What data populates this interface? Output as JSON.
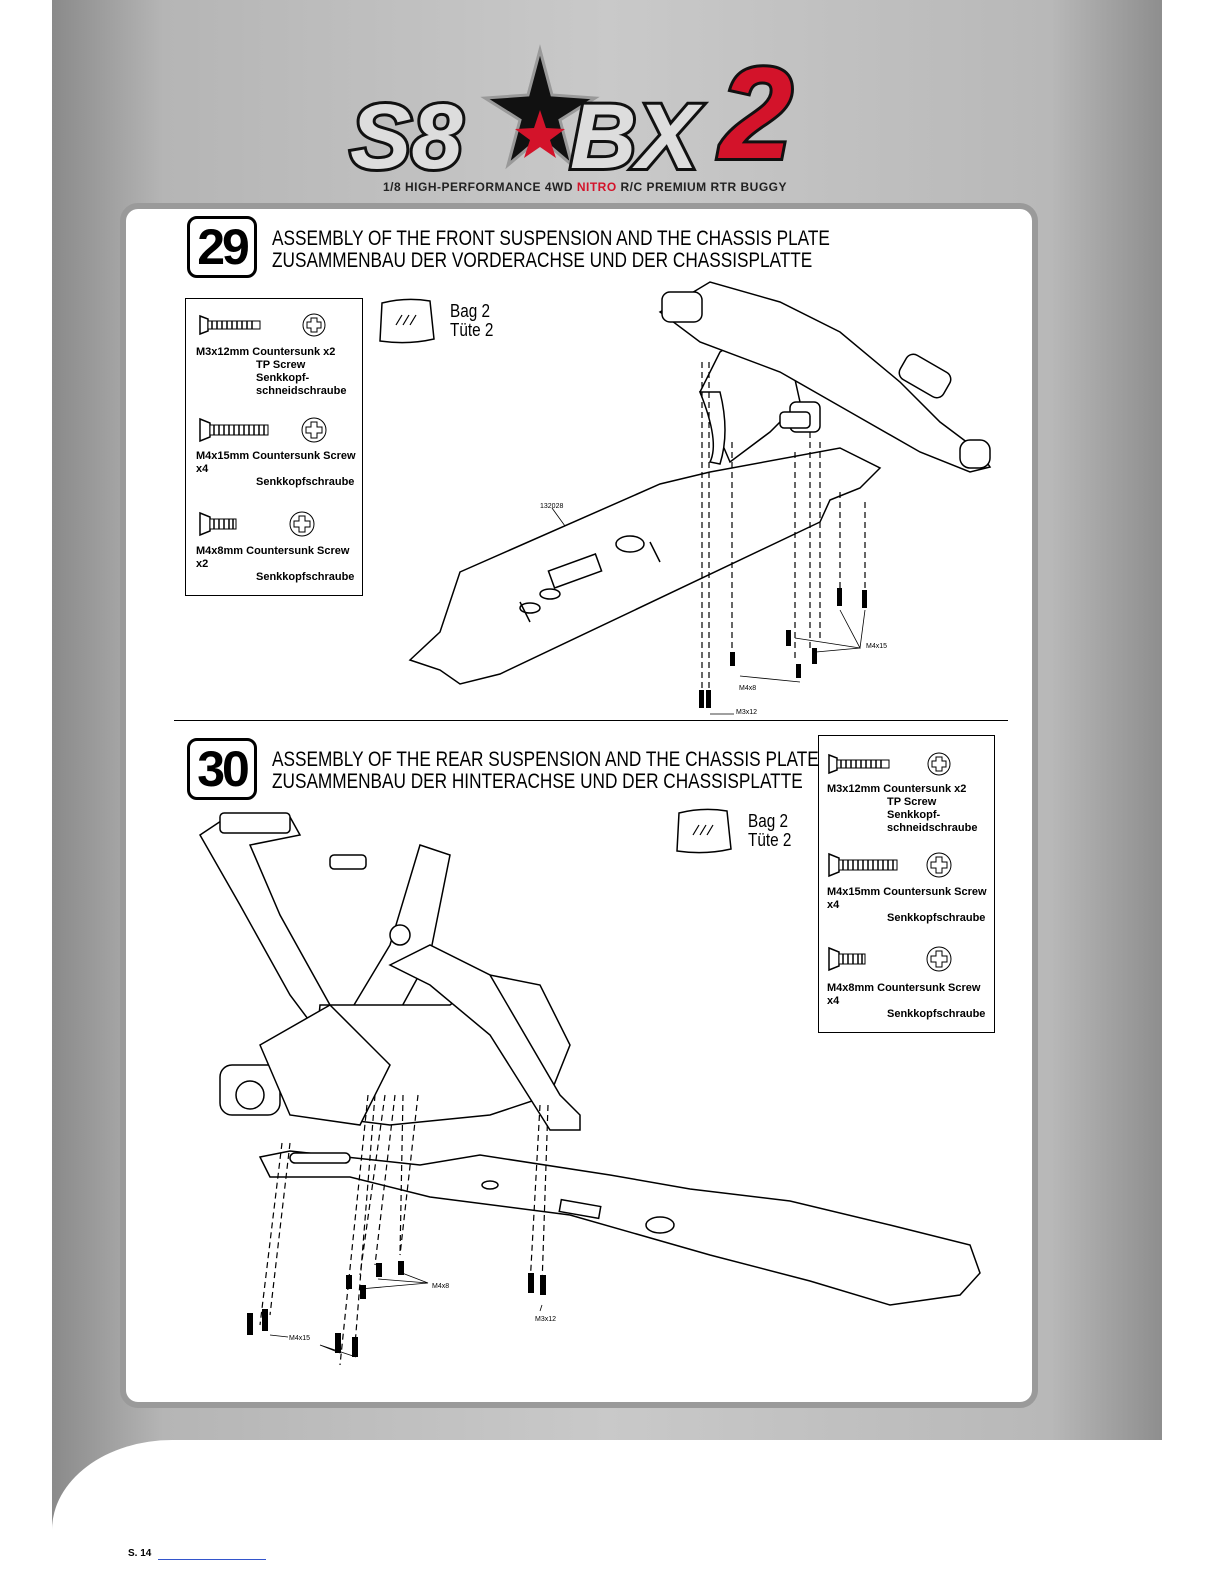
{
  "header": {
    "logo_text": "S8BX2",
    "subtitle_pre": "1/8 HIGH-PERFORMANCE 4WD",
    "subtitle_nitro": "NITRO",
    "subtitle_post": "R/C PREMIUM RTR BUGGY"
  },
  "step29": {
    "number": "29",
    "title_en": "ASSEMBLY OF THE FRONT SUSPENSION AND THE CHASSIS PLATE",
    "title_de": "ZUSAMMENBAU DER VORDERACHSE UND DER CHASSISPLATTE",
    "bag": [
      "Bag 2",
      "Tüte 2"
    ],
    "parts": [
      {
        "line1": "M3x12mm Countersunk     x2",
        "sub": [
          "TP Screw",
          "Senkkopf-",
          "schneidschraube"
        ]
      },
      {
        "line1": "M4x15mm Countersunk Screw x4",
        "sub": [
          "Senkkopfschraube"
        ]
      },
      {
        "line1": "M4x8mm Countersunk Screw x2",
        "sub": [
          "Senkkopfschraube"
        ]
      }
    ],
    "labels": {
      "part_no": "132028",
      "m4x15": "M4x15",
      "m4x8": "M4x8",
      "m3x12": "M3x12"
    }
  },
  "step30": {
    "number": "30",
    "title_en": "ASSEMBLY OF THE REAR SUSPENSION AND THE CHASSIS PLATE",
    "title_de": "ZUSAMMENBAU DER HINTERACHSE UND DER CHASSISPLATTE",
    "bag": [
      "Bag 2",
      "Tüte 2"
    ],
    "parts": [
      {
        "line1": "M3x12mm Countersunk     x2",
        "sub": [
          "TP Screw",
          "Senkkopf-",
          "schneidschraube"
        ]
      },
      {
        "line1": "M4x15mm Countersunk Screw x4",
        "sub": [
          "Senkkopfschraube"
        ]
      },
      {
        "line1": "M4x8mm Countersunk Screw x4",
        "sub": [
          "Senkkopfschraube"
        ]
      }
    ],
    "labels": {
      "m4x8": "M4x8",
      "m3x12": "M3x12",
      "m4x15": "M4x15"
    }
  },
  "footer": {
    "page": "S. 14"
  }
}
